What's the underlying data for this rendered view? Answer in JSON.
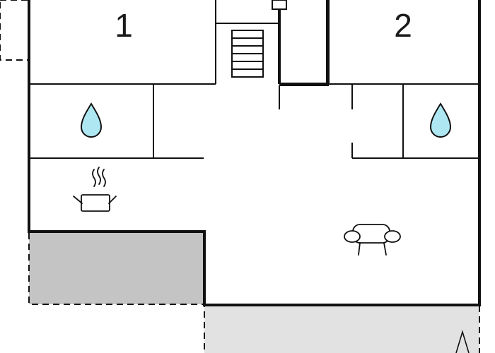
{
  "floor_plan": {
    "rooms": [
      {
        "id": "bedroom-1",
        "label": "1",
        "type": "bedroom"
      },
      {
        "id": "bedroom-2",
        "label": "2",
        "type": "bedroom"
      },
      {
        "id": "bathroom-left",
        "label": "",
        "type": "bathroom",
        "icon": "water-drop-icon"
      },
      {
        "id": "bathroom-right",
        "label": "",
        "type": "bathroom",
        "icon": "water-drop-icon"
      },
      {
        "id": "kitchen",
        "label": "",
        "type": "kitchen",
        "icon": "cooking-pot-icon"
      },
      {
        "id": "living-room",
        "label": "",
        "type": "living-room",
        "icon": "sofa-icon"
      },
      {
        "id": "staircase",
        "label": "",
        "type": "stairs",
        "icon": "stairs-icon"
      }
    ],
    "outdoor_areas": [
      {
        "id": "covered-terrace",
        "type": "terrace"
      },
      {
        "id": "front-terrace",
        "type": "terrace"
      },
      {
        "id": "side-terrace",
        "type": "terrace"
      }
    ],
    "colors": {
      "wall": "#111111",
      "water": "#aee7f2",
      "terrace_dark": "#c4c4c4",
      "terrace_light": "#e2e2e2",
      "background": "#ffffff"
    }
  }
}
